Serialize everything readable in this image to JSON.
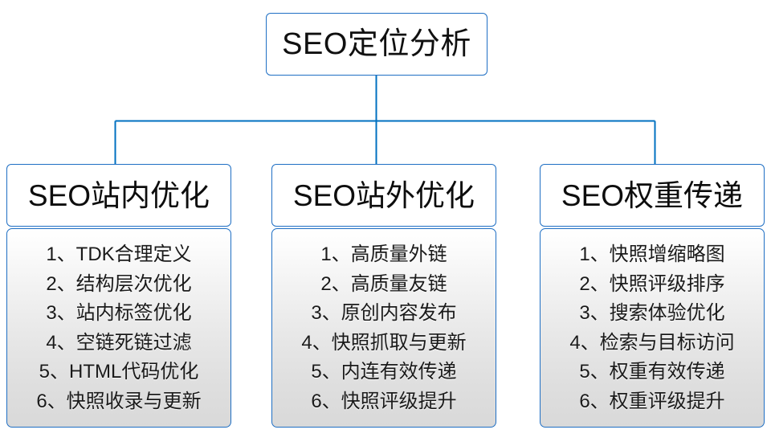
{
  "diagram": {
    "type": "organizational-tree",
    "root": {
      "label": "SEO定位分析"
    },
    "branches": [
      {
        "id": "seo-onsite",
        "header": "SEO站内优化",
        "items": [
          "1、TDK合理定义",
          "2、结构层次优化",
          "3、站内标签优化",
          "4、空链死链过滤",
          "5、HTML代码优化",
          "6、快照收录与更新"
        ]
      },
      {
        "id": "seo-offsite",
        "header": "SEO站外优化",
        "items": [
          "1、高质量外链",
          "2、高质量友链",
          "3、原创内容发布",
          "4、快照抓取与更新",
          "5、内连有效传递",
          "6、快照评级提升"
        ]
      },
      {
        "id": "seo-weight",
        "header": "SEO权重传递",
        "items": [
          "1、快照增缩略图",
          "2、快照评级排序",
          "3、搜索体验优化",
          "4、检索与目标访问",
          "5、权重有效传递",
          "6、权重评级提升"
        ]
      }
    ],
    "colors": {
      "connector": "#0070c0",
      "border": "#1f6fc4",
      "text": "#101010",
      "body_fill_top": "#ffffff",
      "body_fill_bottom": "#d9d9d9",
      "background": "#ffffff"
    }
  }
}
